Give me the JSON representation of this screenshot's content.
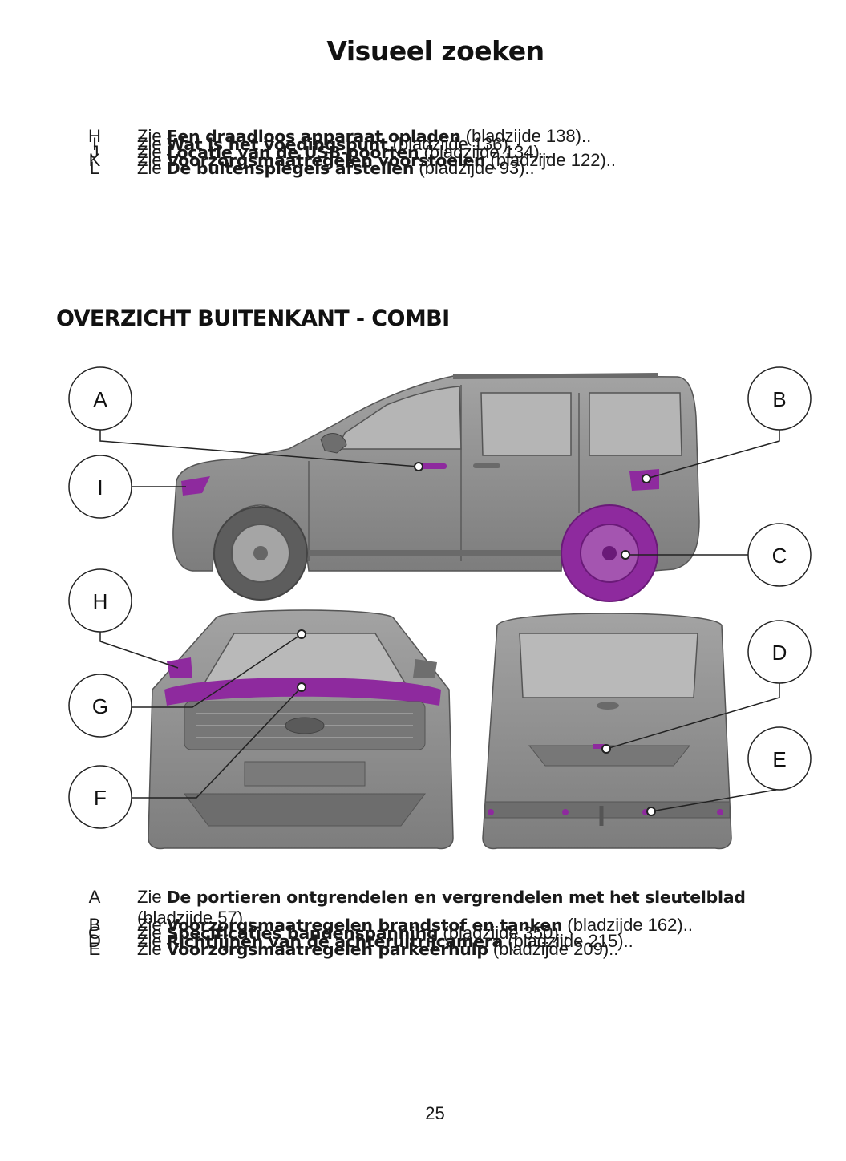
{
  "header": {
    "title": "Visueel zoeken"
  },
  "top_refs": [
    {
      "letter": "H",
      "prefix": "Zie",
      "link": "Een draadloos apparaat opladen",
      "suffix": "(bladzijde 138).."
    },
    {
      "letter": "I",
      "prefix": "Zie",
      "link": "Wat is het voedingspunt",
      "suffix": "(bladzijde 136).."
    },
    {
      "letter": "J",
      "prefix": "Zie",
      "link": "Locatie van de USB-poorten",
      "suffix": "(bladzijde 134).."
    },
    {
      "letter": "K",
      "prefix": "Zie",
      "link": "Voorzorgsmaatregelen voorstoelen",
      "suffix": "(bladzijde 122).."
    },
    {
      "letter": "L",
      "prefix": "Zie",
      "link": "De buitenspiegels afstellen",
      "suffix": "(bladzijde 93).."
    }
  ],
  "section": {
    "heading": "OVERZICHT BUITENKANT - COMBI"
  },
  "callouts": [
    "A",
    "B",
    "I",
    "C",
    "H",
    "D",
    "G",
    "E",
    "F"
  ],
  "bottom_refs": [
    {
      "letter": "A",
      "prefix": "Zie",
      "link": "De portieren ontgrendelen en vergrendelen met het sleutelblad",
      "suffix": "(bladzijde 57).."
    },
    {
      "letter": "B",
      "prefix": "Zie",
      "link": "Voorzorgsmaatregelen brandstof en tanken",
      "suffix": "(bladzijde 162).."
    },
    {
      "letter": "C",
      "prefix": "Zie",
      "link": "Specificaties bandenspanning",
      "suffix": "(bladzijde 350).."
    },
    {
      "letter": "D",
      "prefix": "Zie",
      "link": "Richtlijnen van de achteruitrijcamera",
      "suffix": "(bladzijde 215).."
    },
    {
      "letter": "E",
      "prefix": "Zie",
      "link": "Voorzorgsmaatregelen parkeerhulp",
      "suffix": "(bladzijde 209).."
    }
  ],
  "footer": {
    "page_number": "25"
  },
  "colors": {
    "highlight": "#8e2a9e",
    "vehicle_body": "#8f8f8f",
    "vehicle_dark": "#5e5e5e",
    "glass": "#b9b9b9"
  }
}
